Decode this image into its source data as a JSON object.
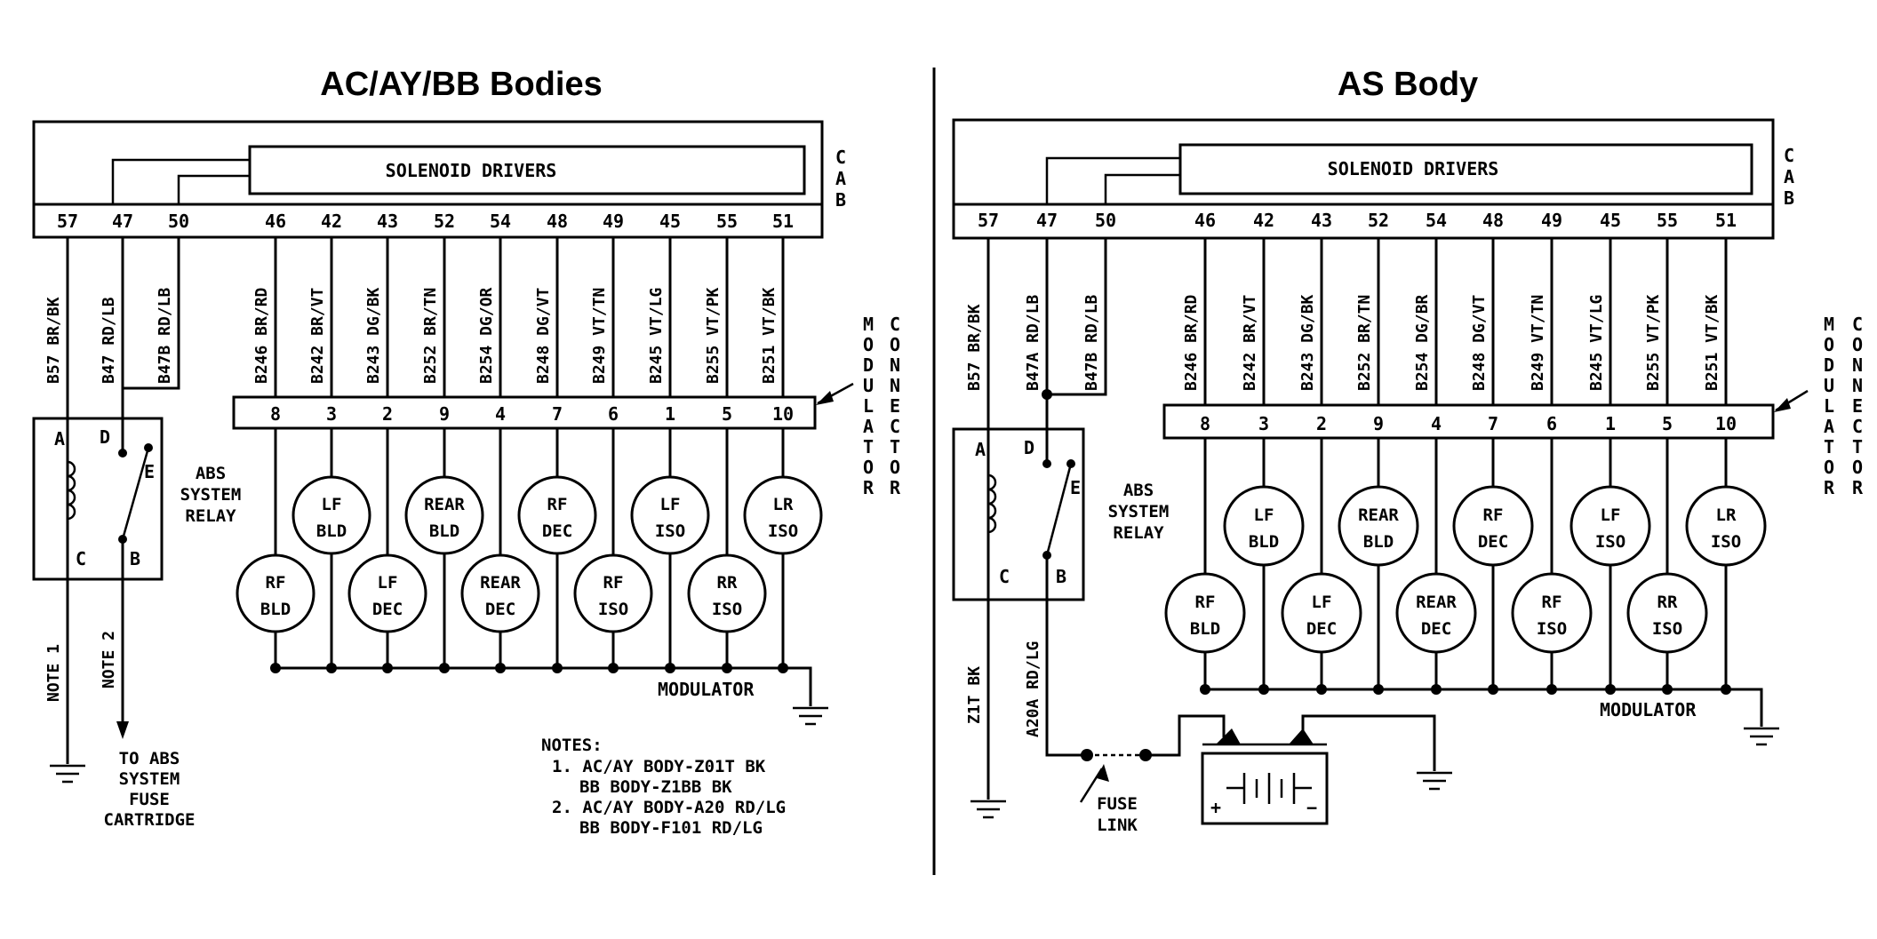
{
  "left": {
    "title": "AC/AY/BB Bodies",
    "solenoid_label": "SOLENOID DRIVERS",
    "cab_letters": [
      "C",
      "A",
      "B"
    ],
    "cab_pins": [
      "57",
      "47",
      "50",
      "46",
      "42",
      "43",
      "52",
      "54",
      "48",
      "49",
      "45",
      "55",
      "51"
    ],
    "wires": [
      "B57 BR/BK",
      "B47 RD/LB",
      "B47B RD/LB",
      "B246 BR/RD",
      "B242 BR/VT",
      "B243 DG/BK",
      "B252 BR/TN",
      "B254 DG/OR",
      "B248 DG/VT",
      "B249 VT/TN",
      "B245 VT/LG",
      "B255 VT/PK",
      "B251 VT/BK"
    ],
    "modulator_pins": [
      "8",
      "3",
      "2",
      "9",
      "4",
      "7",
      "6",
      "1",
      "5",
      "10"
    ],
    "modulator_connector_letters": [
      "M",
      "O",
      "D",
      "U",
      "L",
      "A",
      "T",
      "O",
      "R"
    ],
    "connector_letters": [
      "C",
      "O",
      "N",
      "N",
      "E",
      "C",
      "T",
      "O",
      "R"
    ],
    "relay_pins": {
      "a": "A",
      "b": "B",
      "c": "C",
      "d": "D",
      "e": "E"
    },
    "relay_label": [
      "ABS",
      "SYSTEM",
      "RELAY"
    ],
    "solenoids": [
      [
        "RF",
        "BLD"
      ],
      [
        "LF",
        "BLD"
      ],
      [
        "LF",
        "DEC"
      ],
      [
        "REAR",
        "BLD"
      ],
      [
        "REAR",
        "DEC"
      ],
      [
        "RF",
        "DEC"
      ],
      [
        "RF",
        "ISO"
      ],
      [
        "LF",
        "ISO"
      ],
      [
        "RR",
        "ISO"
      ],
      [
        "LR",
        "ISO"
      ]
    ],
    "modulator_label": "MODULATOR",
    "note1": "NOTE 1",
    "note2": "NOTE 2",
    "fuse_dest": [
      "TO ABS",
      "SYSTEM",
      "FUSE",
      "CARTRIDGE"
    ],
    "notes": [
      "NOTES:",
      "1. AC/AY BODY-Z01T BK",
      "BB BODY-Z1BB BK",
      "2. AC/AY BODY-A20 RD/LG",
      "BB BODY-F101 RD/LG"
    ]
  },
  "right": {
    "title": "AS Body",
    "solenoid_label": "SOLENOID DRIVERS",
    "cab_letters": [
      "C",
      "A",
      "B"
    ],
    "cab_pins": [
      "57",
      "47",
      "50",
      "46",
      "42",
      "43",
      "52",
      "54",
      "48",
      "49",
      "45",
      "55",
      "51"
    ],
    "wires": [
      "B57 BR/BK",
      "B47A RD/LB",
      "B47B RD/LB",
      "B246 BR/RD",
      "B242 BR/VT",
      "B243 DG/BK",
      "B252 BR/TN",
      "B254 DG/BR",
      "B248 DG/VT",
      "B249 VT/TN",
      "B245 VT/LG",
      "B255 VT/PK",
      "B251 VT/BK"
    ],
    "modulator_pins": [
      "8",
      "3",
      "2",
      "9",
      "4",
      "7",
      "6",
      "1",
      "5",
      "10"
    ],
    "modulator_connector_letters": [
      "M",
      "O",
      "D",
      "U",
      "L",
      "A",
      "T",
      "O",
      "R"
    ],
    "connector_letters": [
      "C",
      "O",
      "N",
      "N",
      "E",
      "C",
      "T",
      "O",
      "R"
    ],
    "relay_pins": {
      "a": "A",
      "b": "B",
      "c": "C",
      "d": "D",
      "e": "E"
    },
    "relay_label": [
      "ABS",
      "SYSTEM",
      "RELAY"
    ],
    "solenoids": [
      [
        "RF",
        "BLD"
      ],
      [
        "LF",
        "BLD"
      ],
      [
        "LF",
        "DEC"
      ],
      [
        "REAR",
        "BLD"
      ],
      [
        "REAR",
        "DEC"
      ],
      [
        "RF",
        "DEC"
      ],
      [
        "RF",
        "ISO"
      ],
      [
        "LF",
        "ISO"
      ],
      [
        "RR",
        "ISO"
      ],
      [
        "LR",
        "ISO"
      ]
    ],
    "modulator_label": "MODULATOR",
    "ground_wire": "Z1T BK",
    "power_wire": "A20A RD/LG",
    "fuse_link": [
      "FUSE",
      "LINK"
    ],
    "battery_plus": "+",
    "battery_minus": "−"
  }
}
